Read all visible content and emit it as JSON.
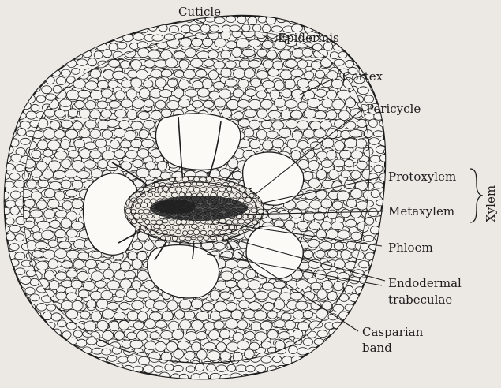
{
  "diagram": {
    "labels": {
      "cuticle": "Cuticle",
      "epidermis": "Epidermis",
      "cortex": "Cortex",
      "pericycle": "Pericycle",
      "protoxylem": "Protoxylem",
      "metaxylem": "Metaxylem",
      "phloem": "Phloem",
      "endodermal_line1": "Endodermal",
      "endodermal_line2": "trabeculae",
      "casparian_line1": "Casparian",
      "casparian_line2": "band",
      "xylem": "Xylem"
    },
    "colors": {
      "background": "#ece9e4",
      "ink": "#1d1d1d",
      "cell_fill": "#f4f2ee",
      "xylem_dark": "#2a2a2a"
    }
  }
}
